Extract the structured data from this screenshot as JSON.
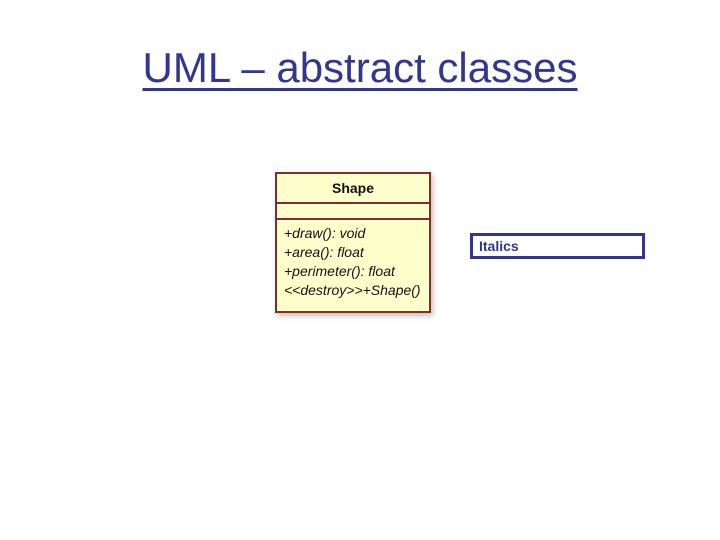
{
  "slide": {
    "title": "UML – abstract classes"
  },
  "colors": {
    "title_navy": "#32368E",
    "class_fill": "#FFFFCC",
    "class_border": "#7B2F2F",
    "callout_navy": "#32368E",
    "background": "#FFFFFF"
  },
  "uml_class": {
    "name": "Shape",
    "attributes": [],
    "methods": [
      "+draw(): void",
      "+area(): float",
      "+perimeter(): float",
      "<<destroy>>+Shape()"
    ]
  },
  "callout": {
    "label": "Italics"
  }
}
